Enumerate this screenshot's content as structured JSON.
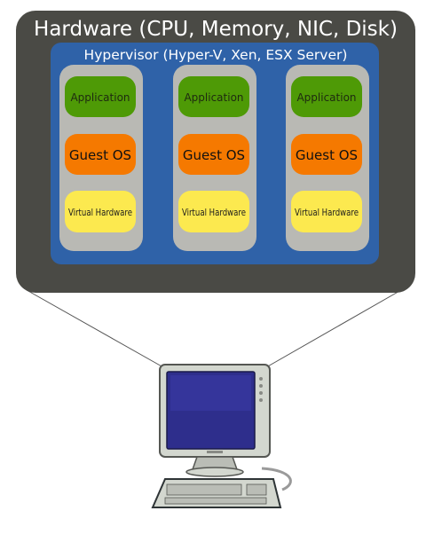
{
  "hardware": {
    "title": "Hardware (CPU, Memory, NIC, Disk)",
    "color": "#4a4a45"
  },
  "hypervisor": {
    "title": "Hypervisor (Hyper-V, Xen, ESX Server)",
    "color": "#2f62a8"
  },
  "vms": [
    {
      "application": "Application",
      "guest_os": "Guest OS",
      "virtual_hardware": "Virtual Hardware"
    },
    {
      "application": "Application",
      "guest_os": "Guest OS",
      "virtual_hardware": "Virtual Hardware"
    },
    {
      "application": "Application",
      "guest_os": "Guest OS",
      "virtual_hardware": "Virtual Hardware"
    }
  ],
  "colors": {
    "vm_column": "#b9b9b4",
    "application": "#4e9a06",
    "guest_os": "#f57900",
    "virtual_hardware": "#fce94f",
    "monitor_screen": "#2e2e8c"
  },
  "icons": [
    "desktop-computer-icon"
  ]
}
